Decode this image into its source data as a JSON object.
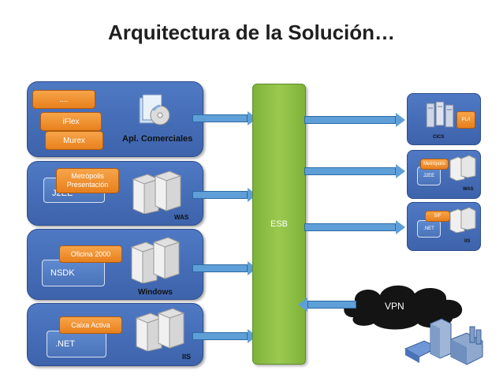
{
  "title": "Arquitectura de la Solución…",
  "left_panels": [
    {
      "caption": "Apl. Comerciales",
      "layers": [
        "....",
        "iFlex",
        "Murex"
      ]
    },
    {
      "caption": "WAS",
      "module": "Metrópolis Presentación",
      "base": "J2EE"
    },
    {
      "caption": "Windows",
      "module": "Oficina 2000",
      "base": "NSDK"
    },
    {
      "caption": "IIS",
      "module": "Caixa Activa",
      "base": ".NET"
    }
  ],
  "esb_label": "ESB",
  "right_panels": [
    {
      "caption": "CICS",
      "badge": "PL/I"
    },
    {
      "caption": "WAS",
      "module": "Metrópolis",
      "base": "J2EE"
    },
    {
      "caption": "IIS",
      "module": "SIF",
      "base": ".NET"
    }
  ],
  "vpn_label": "VPN"
}
